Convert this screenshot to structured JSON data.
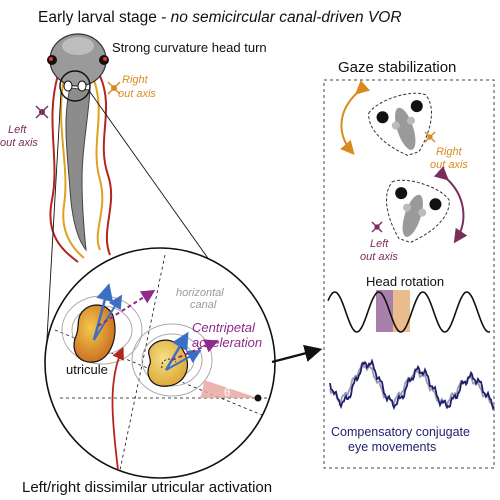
{
  "title": {
    "main": "Early larval stage - ",
    "emphasis": "no semicircular canal-driven VOR"
  },
  "labels": {
    "head_turn": "Strong curvature head turn",
    "right_out_axis_1": "Right",
    "right_out_axis_2": "out axis",
    "left_out_axis_1": "Left",
    "left_out_axis_2": "out axis",
    "horizontal_canal_1": "horizontal",
    "horizontal_canal_2": "canal",
    "centripetal_1": "Centripetal",
    "centripetal_2": "acceleration",
    "utricule": "utricule",
    "theta": "θ",
    "bottom_caption": "Left/right dissimilar utricular activation"
  },
  "panel": {
    "title": "Gaze stabilization",
    "right_out_axis_1": "Right",
    "right_out_axis_2": "out axis",
    "left_out_axis_1": "Left",
    "left_out_axis_2": "out axis",
    "head_rotation": "Head rotation",
    "compensatory_1": "Compensatory conjugate",
    "compensatory_2": "eye movements"
  },
  "colors": {
    "orange_axis": "#d98a1e",
    "purple_axis": "#7a2e5c",
    "magenta_accel": "#8e2a8a",
    "blue_vector": "#3b6fc4",
    "navy_trace": "#1f1f6b",
    "gray_trace": "#9a9ab4",
    "red_tail": "#b3261e",
    "yellow_tail": "#e0a020",
    "theta_fill": "#e9a8a0",
    "rotation_purple": "#9a6a9e",
    "rotation_tan": "#e8b27a"
  }
}
